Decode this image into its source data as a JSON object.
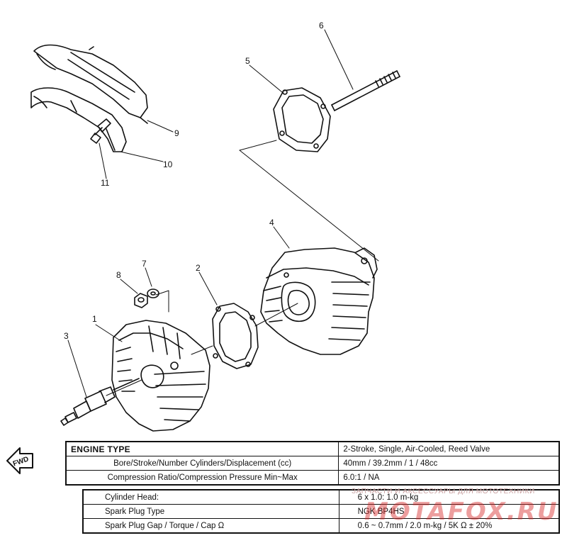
{
  "diagram": {
    "callouts": [
      "1",
      "2",
      "3",
      "4",
      "5",
      "6",
      "7",
      "8",
      "9",
      "10",
      "11"
    ],
    "fwd_label": "FWD"
  },
  "engine_table": {
    "header": "ENGINE TYPE",
    "header_value": "2-Stroke, Single, Air-Cooled, Reed Valve",
    "rows": [
      {
        "label": "Bore/Stroke/Number Cylinders/Displacement (cc)",
        "value": "40mm / 39.2mm / 1 / 48cc"
      },
      {
        "label": "Compression Ratio/Compression Pressure Min~Max",
        "value": "6.0:1 / NA"
      }
    ]
  },
  "detail_table": {
    "rows": [
      {
        "label": "Cylinder Head:",
        "value": "6 x 1.0: 1.0 m-kg"
      },
      {
        "label": "Spark Plug Type",
        "value": "NGK BP4HS"
      },
      {
        "label": "Spark Plug Gap / Torque / Cap Ω",
        "value": "0.6 ~ 0.7mm / 2.0 m-kg / 5K Ω ± 20%"
      }
    ]
  },
  "watermark": {
    "tagline": "ЗАПЧАСТИ И АКСЕССУАРЫ ДЛЯ МОТОТЕХНИКИ",
    "logo": "MOTAFOX.RU"
  }
}
